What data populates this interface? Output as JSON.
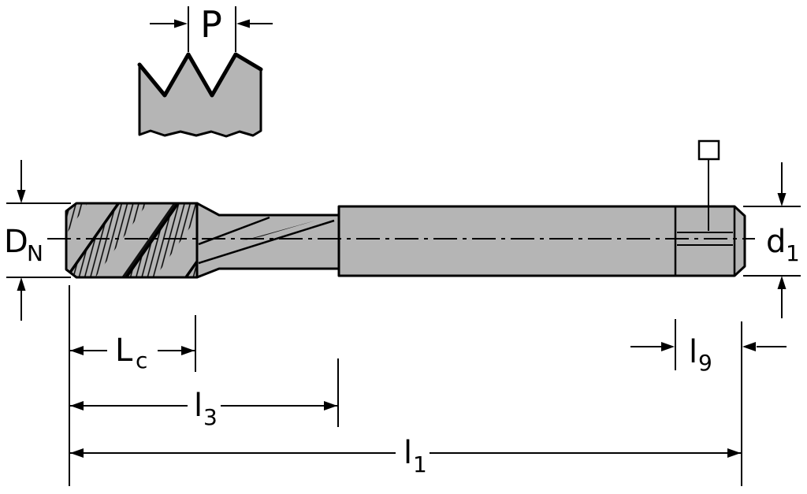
{
  "diagram": {
    "labels": {
      "pitch": {
        "base": "P",
        "sub": ""
      },
      "nominal_diameter": {
        "base": "D",
        "sub": "N"
      },
      "shank_diameter": {
        "base": "d",
        "sub": "1"
      },
      "thread_length": {
        "base": "L",
        "sub": "c"
      },
      "flute_length": {
        "base": "l",
        "sub": "3"
      },
      "overall_length": {
        "base": "l",
        "sub": "1"
      },
      "square_length": {
        "base": "l",
        "sub": "9"
      }
    },
    "colors": {
      "body_fill": "#b5b5b5",
      "line": "#000000",
      "background": "#ffffff"
    }
  }
}
